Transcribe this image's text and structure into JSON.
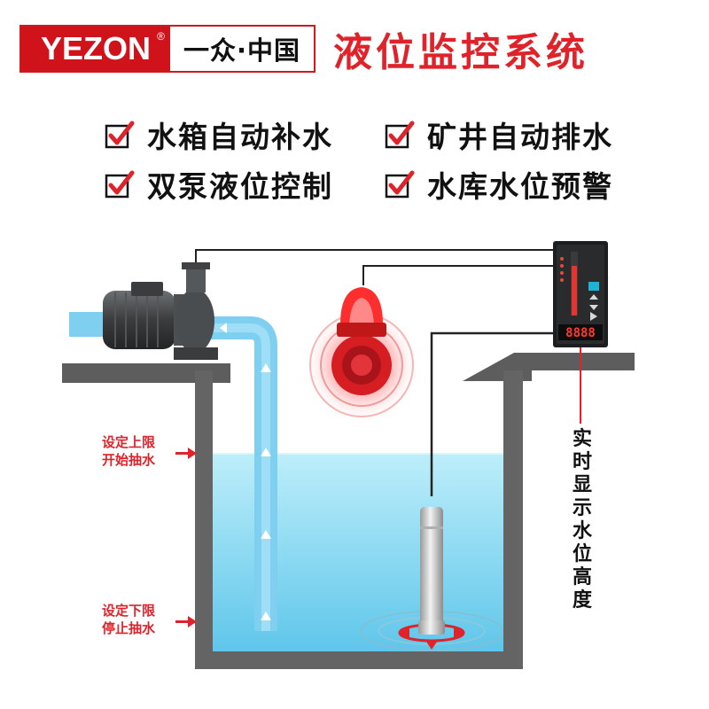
{
  "logo": {
    "brand": "YEZON",
    "registered": "®",
    "tagline": "一众·中国"
  },
  "title": "液位监控系统",
  "features": [
    {
      "label": "水箱自动补水"
    },
    {
      "label": "矿井自动排水"
    },
    {
      "label": "双泵液位控制"
    },
    {
      "label": "水库水位预警"
    }
  ],
  "diagram": {
    "upper_limit": {
      "line1": "设定上限",
      "line2": "开始抽水"
    },
    "lower_limit": {
      "line1": "设定下限",
      "line2": "停止抽水"
    },
    "display_label": "实时显示水位高度",
    "display_readout": "8888",
    "icons": [
      "checkbox-icon",
      "pump-icon",
      "alarm-light-icon",
      "controller-icon",
      "sensor-probe-icon",
      "arrow-right-icon"
    ]
  },
  "colors": {
    "accent": "#e0232a",
    "water": "#9fe0f2",
    "tank": "#636363",
    "pipe": "#7fd0f0"
  }
}
